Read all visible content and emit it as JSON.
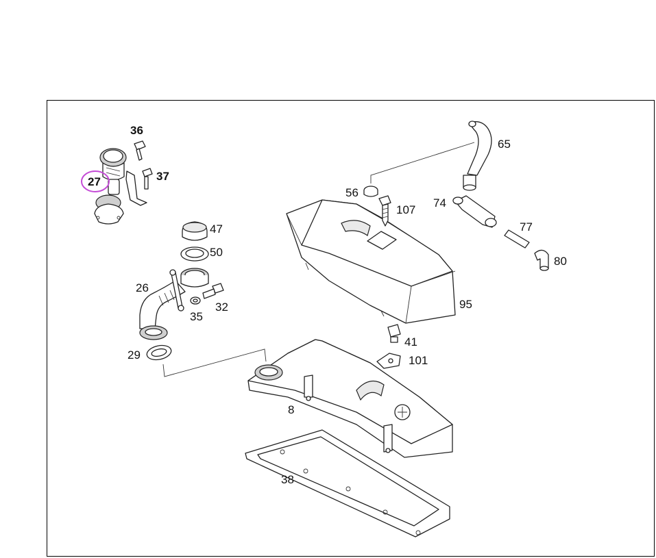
{
  "diagram": {
    "highlight_color": "#c44bd6",
    "labels": {
      "p36": "36",
      "p37": "37",
      "p27": "27",
      "p47": "47",
      "p50": "50",
      "p26": "26",
      "p32": "32",
      "p35": "35",
      "p29": "29",
      "p56": "56",
      "p107": "107",
      "p65": "65",
      "p74": "74",
      "p77": "77",
      "p80": "80",
      "p95": "95",
      "p41": "41",
      "p101": "101",
      "p8": "8",
      "p38": "38"
    }
  }
}
